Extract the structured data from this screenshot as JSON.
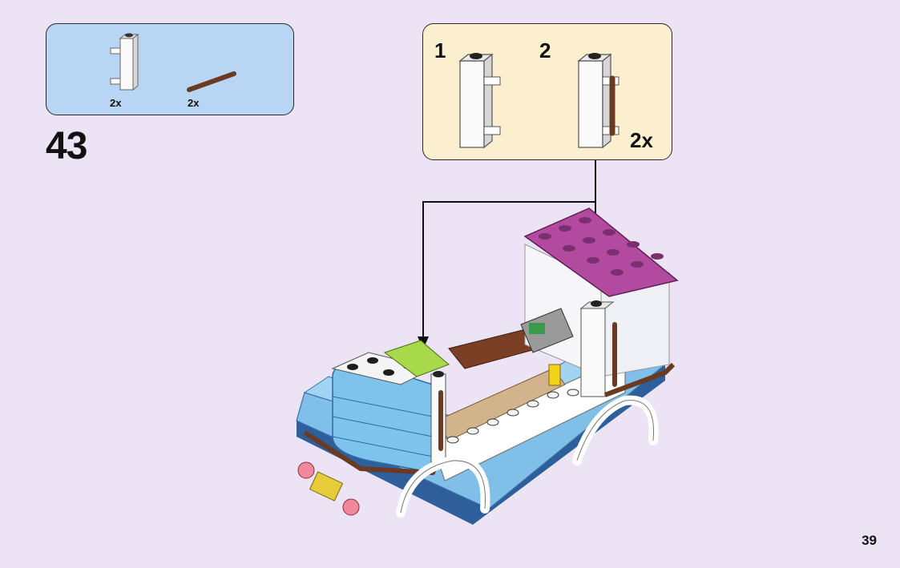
{
  "parts_list": {
    "items": [
      {
        "icon": "brick-clip-icon",
        "quantity": "2x"
      },
      {
        "icon": "bar-icon",
        "quantity": "2x"
      }
    ]
  },
  "step": {
    "number": "43"
  },
  "sub_assembly": {
    "steps": [
      {
        "number": "1"
      },
      {
        "number": "2"
      }
    ],
    "multiplier": "2x"
  },
  "colors": {
    "background": "#ece4f4",
    "parts_box": "#b8d6f3",
    "sub_box": "#fcefcf",
    "brown": "#6b3a22",
    "magenta": "#a83d96",
    "light_blue": "#8ec6ea"
  },
  "page": {
    "number": "39"
  }
}
